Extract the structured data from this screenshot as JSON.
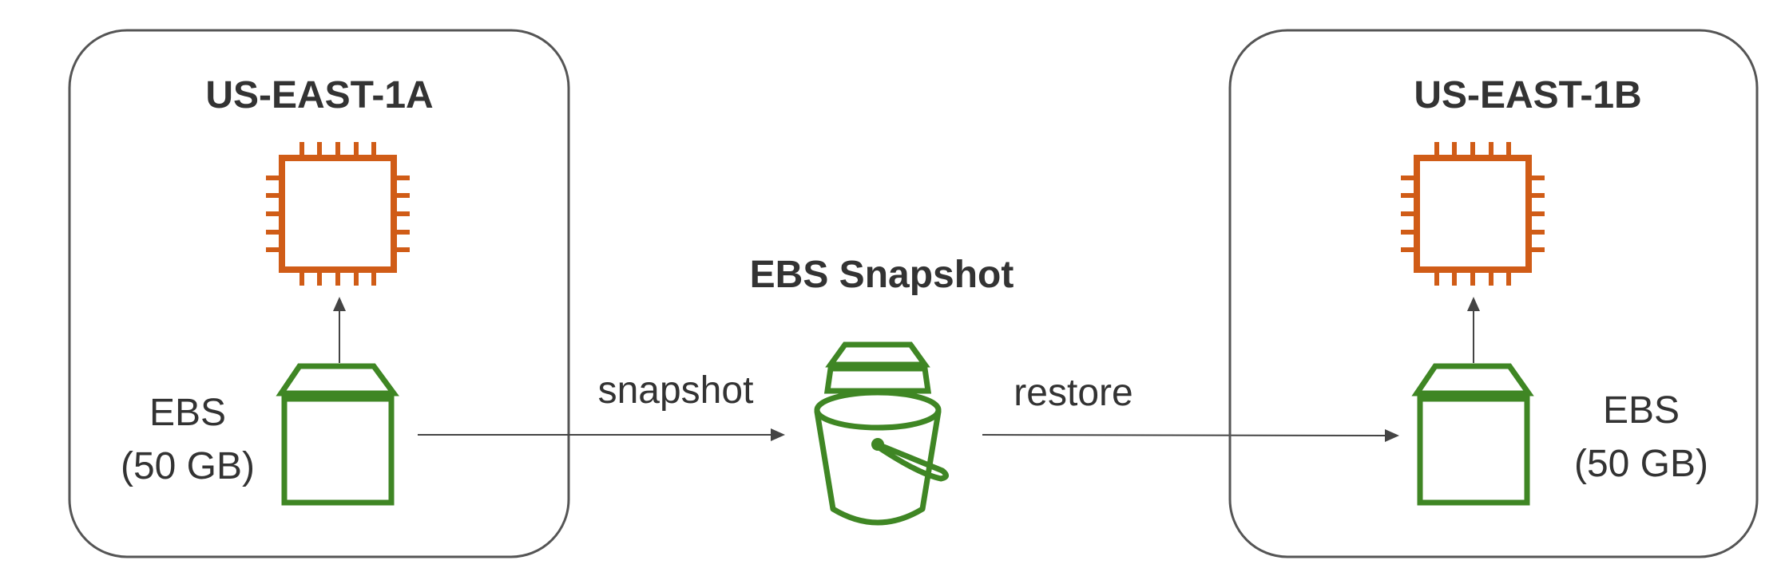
{
  "colors": {
    "ec2_icon": "#D05C17",
    "ebs_icon": "#3F8624",
    "box_border": "#555555",
    "arrow": "#444444",
    "text": "#333333"
  },
  "zone_a": {
    "title": "US-EAST-1A",
    "ebs_label_line1": "EBS",
    "ebs_label_line2": "(50 GB)",
    "instance_icon": "ec2-instance-icon",
    "volume_icon": "ebs-volume-icon"
  },
  "zone_b": {
    "title": "US-EAST-1B",
    "ebs_label_line1": "EBS",
    "ebs_label_line2": "(50 GB)",
    "instance_icon": "ec2-instance-icon",
    "volume_icon": "ebs-volume-icon"
  },
  "snapshot": {
    "title": "EBS Snapshot",
    "icon": "snapshot-bucket-icon"
  },
  "arrows": {
    "snapshot_label": "snapshot",
    "restore_label": "restore"
  }
}
